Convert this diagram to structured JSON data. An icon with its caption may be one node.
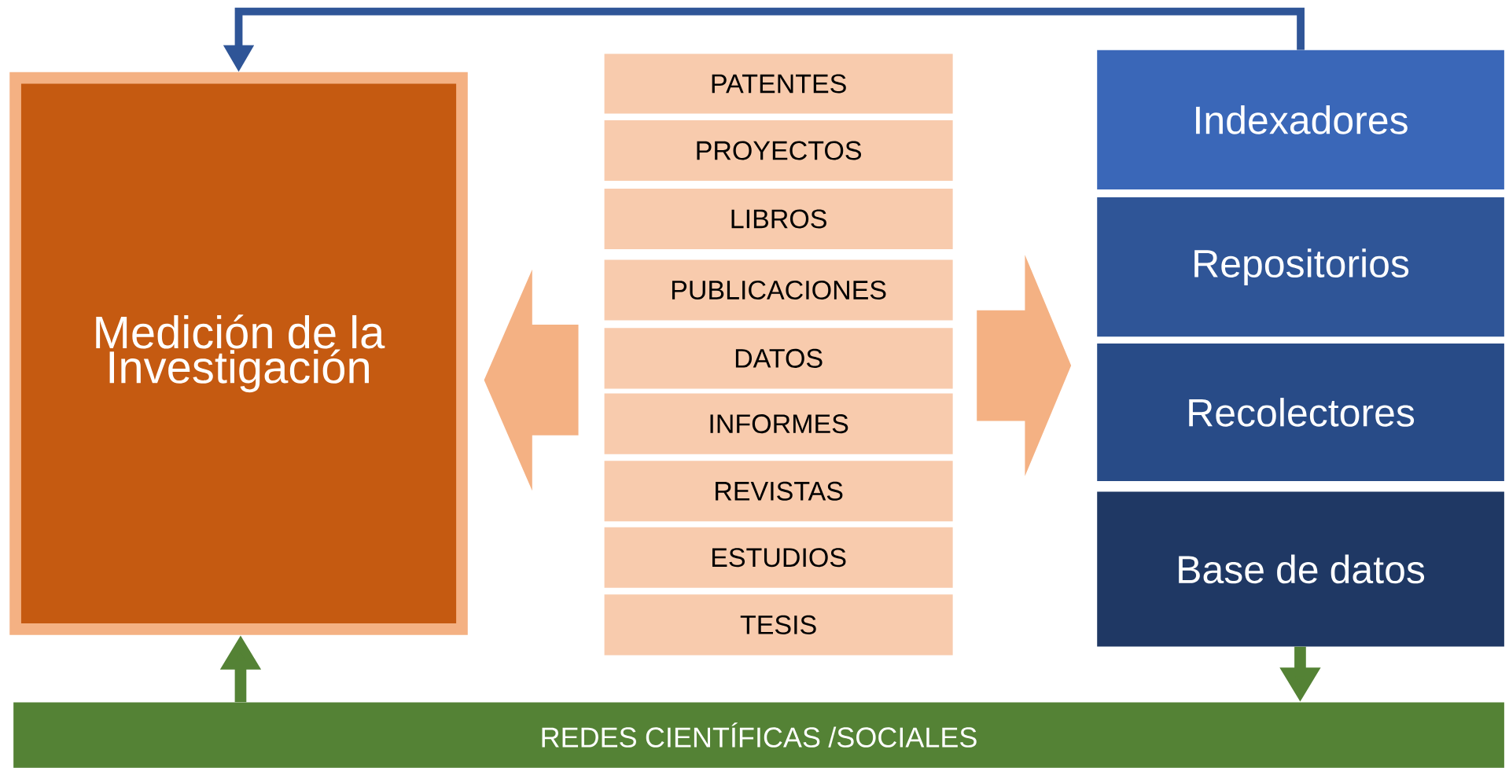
{
  "diagram": {
    "nodes": [
      {
        "text": [
          "Medición de la Investigación"
        ]
      },
      {
        "text": [
          "PATENTES"
        ]
      },
      {
        "text": [
          "PROYECTOS"
        ]
      },
      {
        "text": [
          "LIBROS"
        ]
      },
      {
        "text": [
          "PUBLICACIONES"
        ]
      },
      {
        "text": [
          "DATOS"
        ]
      },
      {
        "text": [
          "INFORMES"
        ]
      },
      {
        "text": [
          "REVISTAS"
        ]
      },
      {
        "text": [
          "ESTUDIOS"
        ]
      },
      {
        "text": [
          "TESIS"
        ]
      },
      {
        "text": [
          "Indexadores"
        ]
      },
      {
        "text": [
          "Repositorios"
        ]
      },
      {
        "text": [
          "Recolectores"
        ]
      },
      {
        "text": [
          "Base de datos"
        ]
      },
      {
        "text": [
          "REDES CIENTÍFICAS /SOCIALES"
        ]
      }
    ],
    "edges": [
      {
        "from": 10,
        "to": 0,
        "arrow": "to",
        "color": "#2f5597"
      },
      {
        "from": 5,
        "to": 0,
        "arrow": "to",
        "style": "thick",
        "color": "#f4b183"
      },
      {
        "from": 5,
        "to": 12,
        "arrow": "to",
        "style": "thick",
        "color": "#f4b183"
      },
      {
        "from": 14,
        "to": 0,
        "arrow": "to",
        "color": "#548235"
      },
      {
        "from": 13,
        "to": 14,
        "arrow": "to",
        "color": "#548235"
      }
    ]
  }
}
